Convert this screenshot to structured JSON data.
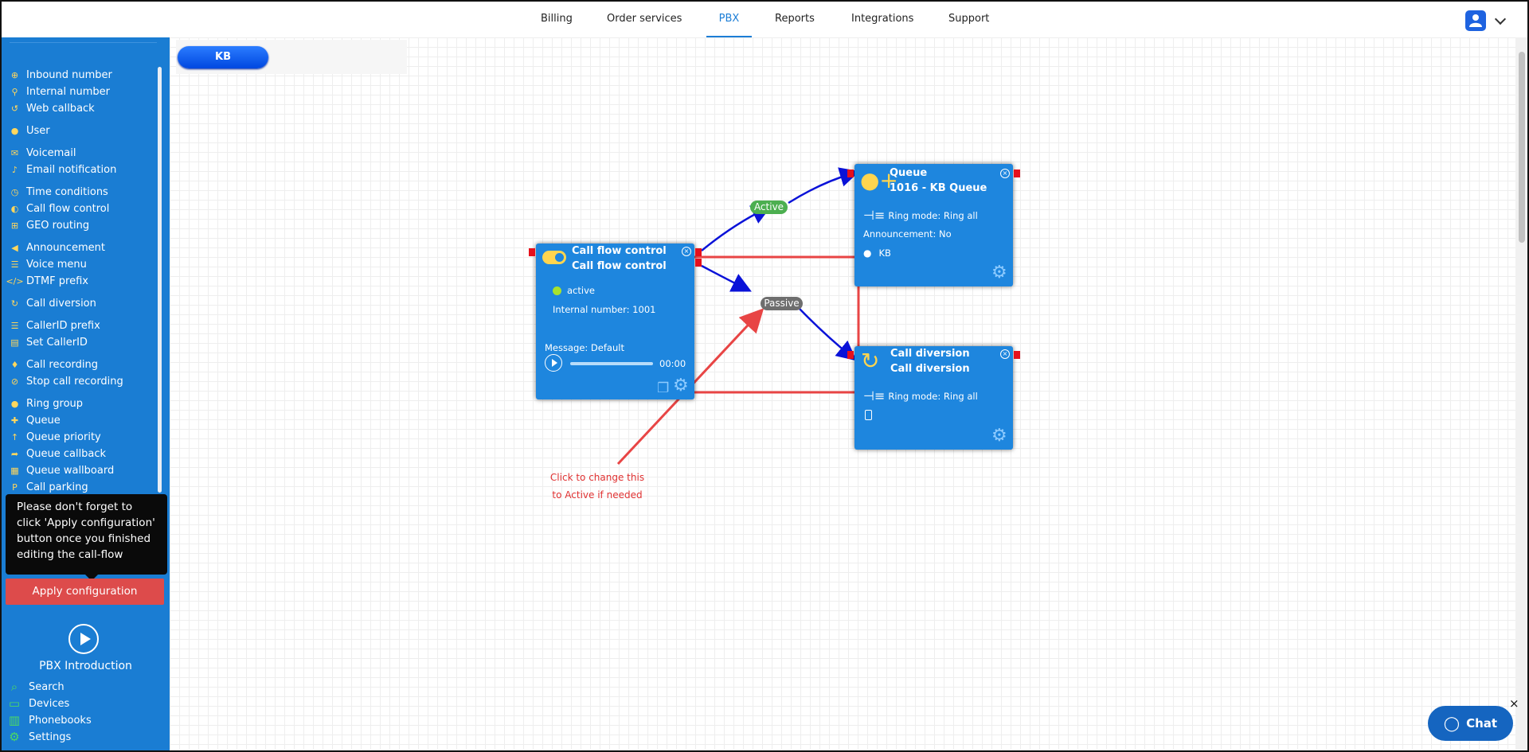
{
  "nav": {
    "tabs": [
      "Billing",
      "Order services",
      "PBX",
      "Reports",
      "Integrations",
      "Support"
    ],
    "active_tab": "PBX"
  },
  "sidebar": {
    "items": [
      {
        "label": "Inbound number",
        "icon": "plus-circle-icon"
      },
      {
        "label": "Internal number",
        "icon": "location-pin-icon"
      },
      {
        "label": "Web callback",
        "icon": "undo-icon"
      },
      {
        "label": "User",
        "icon": "user-icon"
      },
      {
        "label": "Voicemail",
        "icon": "envelope-icon"
      },
      {
        "label": "Email notification",
        "icon": "bell-icon"
      },
      {
        "label": "Time conditions",
        "icon": "clock-icon"
      },
      {
        "label": "Call flow control",
        "icon": "toggle-icon"
      },
      {
        "label": "GEO routing",
        "icon": "sitemap-icon"
      },
      {
        "label": "Announcement",
        "icon": "megaphone-icon"
      },
      {
        "label": "Voice menu",
        "icon": "list-icon"
      },
      {
        "label": "DTMF prefix",
        "icon": "code-icon"
      },
      {
        "label": "Call diversion",
        "icon": "redo-icon"
      },
      {
        "label": "CallerID prefix",
        "icon": "list-icon"
      },
      {
        "label": "Set CallerID",
        "icon": "id-card-icon"
      },
      {
        "label": "Call recording",
        "icon": "microphone-icon"
      },
      {
        "label": "Stop call recording",
        "icon": "microphone-slash-icon"
      },
      {
        "label": "Ring group",
        "icon": "users-icon"
      },
      {
        "label": "Queue",
        "icon": "user-plus-icon"
      },
      {
        "label": "Queue priority",
        "icon": "arrow-up-icon"
      },
      {
        "label": "Queue callback",
        "icon": "share-icon"
      },
      {
        "label": "Queue wallboard",
        "icon": "table-icon"
      },
      {
        "label": "Call parking",
        "icon": "parking-icon"
      }
    ],
    "tooltip": "Please don't forget to click 'Apply configuration' button once you finished editing the call-flow",
    "apply_button": "Apply configuration",
    "intro_label": "PBX Introduction",
    "bottom_items": [
      {
        "label": "Search",
        "icon": "search-icon"
      },
      {
        "label": "Devices",
        "icon": "monitor-icon"
      },
      {
        "label": "Phonebooks",
        "icon": "book-icon"
      },
      {
        "label": "Settings",
        "icon": "gear-icon"
      }
    ]
  },
  "canvas": {
    "kb_button": "KB",
    "nodes": {
      "cfc": {
        "title_1": "Call flow control",
        "title_2": "Call flow control",
        "status": "active",
        "internal_number": "Internal number: 1001",
        "message": "Message: Default",
        "time": "00:00",
        "playback_progress": 0
      },
      "queue": {
        "title_1": "Queue",
        "title_2": "1016 - KB Queue",
        "ring_mode": "Ring mode: Ring all",
        "announcement": "Announcement: No",
        "member": "KB"
      },
      "diversion": {
        "title_1": "Call diversion",
        "title_2": "Call diversion",
        "ring_mode": "Ring mode: Ring all"
      }
    },
    "edge_labels": {
      "active": "Active",
      "passive": "Passive"
    },
    "annotation": [
      "Click to change this",
      "to Active if needed"
    ]
  },
  "chat": {
    "label": "Chat",
    "close": "×"
  },
  "colors": {
    "accent": "#1c7ed6",
    "sidebar": "#1a7dd3",
    "node": "#1e86de",
    "active": "#4caf50",
    "passive": "#6e6e6e",
    "annotation": "#e03131",
    "apply": "#dd4b4b"
  }
}
